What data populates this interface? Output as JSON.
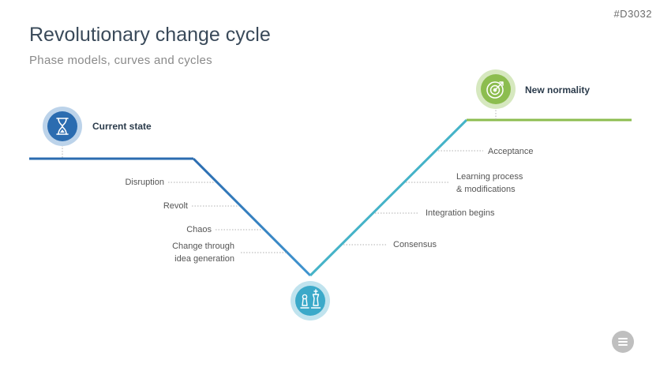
{
  "slide": {
    "id": "#D3032",
    "title": "Revolutionary change cycle",
    "subtitle": "Phase models, curves and cycles"
  },
  "states": {
    "current": {
      "label": "Current state",
      "icon": "hourglass-icon",
      "color": "#2b6cb0"
    },
    "new": {
      "label": "New normality",
      "icon": "target-icon",
      "color": "#8cbd4f"
    },
    "bottom": {
      "icon": "chess-pieces-icon",
      "color": "#3ba9c9"
    }
  },
  "phases_down": [
    {
      "lines": [
        "Disruption"
      ]
    },
    {
      "lines": [
        "Revolt"
      ]
    },
    {
      "lines": [
        "Chaos"
      ]
    },
    {
      "lines": [
        "Change through",
        "idea generation"
      ]
    }
  ],
  "phases_up": [
    {
      "lines": [
        "Acceptance"
      ]
    },
    {
      "lines": [
        "Learning process",
        "& modifications"
      ]
    },
    {
      "lines": [
        "Integration begins"
      ]
    },
    {
      "lines": [
        "Consensus"
      ]
    }
  ],
  "colors": {
    "line_dark": "#2b6cb0",
    "line_mid": "#3f94cf",
    "line_teal": "#45b3c8",
    "line_green": "#8cbd4f",
    "dotted": "#b0b0b0"
  },
  "menu": {
    "icon": "menu-icon"
  }
}
